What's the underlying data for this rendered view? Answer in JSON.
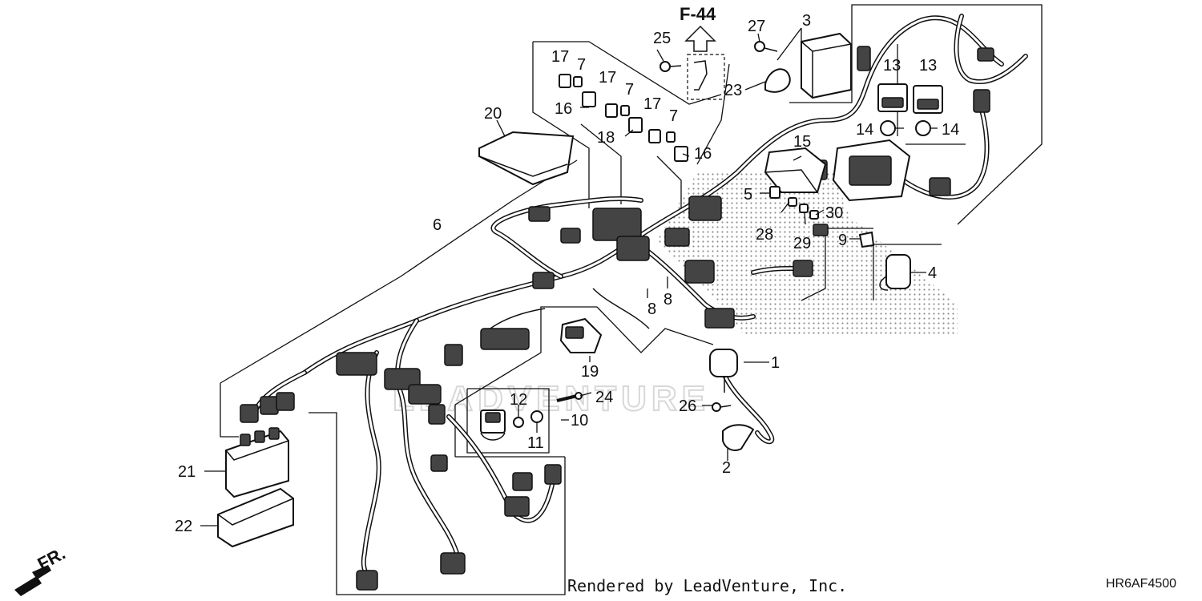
{
  "diagram": {
    "reference_label": "F-44",
    "front_label": "FR.",
    "footer_credit": "Rendered by LeadVenture, Inc.",
    "diagram_code": "HR6AF4500",
    "watermark_text": "LEADVENTURE",
    "callouts": {
      "c1": "1",
      "c2": "2",
      "c3": "3",
      "c4": "4",
      "c5": "5",
      "c6": "6",
      "c7a": "7",
      "c7b": "7",
      "c7c": "7",
      "c8a": "8",
      "c8b": "8",
      "c9": "9",
      "c10": "10",
      "c11": "11",
      "c12": "12",
      "c13a": "13",
      "c13b": "13",
      "c14a": "14",
      "c14b": "14",
      "c15": "15",
      "c16a": "16",
      "c16b": "16",
      "c17a": "17",
      "c17b": "17",
      "c17c": "17",
      "c18": "18",
      "c19": "19",
      "c20": "20",
      "c21": "21",
      "c22": "22",
      "c23": "23",
      "c24": "24",
      "c25": "25",
      "c26": "26",
      "c27": "27",
      "c28": "28",
      "c29": "29",
      "c30": "30"
    }
  }
}
